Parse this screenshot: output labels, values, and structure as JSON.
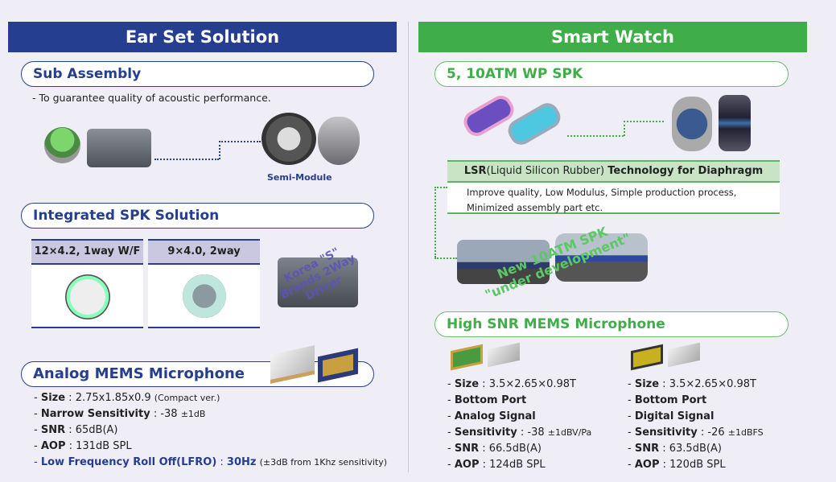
{
  "colors": {
    "blue": "#253e8f",
    "green": "#3fae49",
    "background": "#efedf6"
  },
  "ear_set": {
    "title": "Ear Set Solution",
    "sub_assembly": {
      "title": "Sub Assembly",
      "desc": "- To guarantee quality of acoustic performance.",
      "semi_module_label": "Semi-Module"
    },
    "integrated_spk": {
      "title": "Integrated SPK Solution",
      "cards": [
        {
          "label": "12×4.2, 1way W/F"
        },
        {
          "label": "9×4.0, 2way"
        }
      ],
      "badge_lines": [
        "Korea \"S\"",
        "Brands 2Way",
        "Driver"
      ]
    },
    "analog_mems": {
      "title": "Analog MEMS Microphone",
      "specs": [
        {
          "key": "Size",
          "value": "2.75x1.85x0.9",
          "note": "(Compact ver.)"
        },
        {
          "key": "Narrow Sensitivity",
          "value": "-38",
          "note": "±1dB"
        },
        {
          "key": "SNR",
          "value": "65dB(A)",
          "note": ""
        },
        {
          "key": "AOP",
          "value": "131dB SPL",
          "note": ""
        },
        {
          "key": "Low Frequency Roll Off(LFRO)",
          "value": "30Hz",
          "note": "(±3dB from 1Khz sensitivity)"
        }
      ]
    }
  },
  "smart_watch": {
    "title": "Smart Watch",
    "wp_spk": {
      "title": "5, 10ATM WP SPK",
      "lsr_head_1": "LSR",
      "lsr_head_2": "(Liquid Silicon Rubber)",
      "lsr_head_3": "Technology for Diaphragm",
      "lsr_line1": "Improve quality, Low Modulus, Simple production process,",
      "lsr_line2": "Minimized assembly part etc.",
      "new_lines": [
        "New 10ATM SPK",
        "\"under development\""
      ]
    },
    "snr_mems": {
      "title": "High SNR MEMS Microphone",
      "left": [
        {
          "key": "Size",
          "value": "3.5×2.65×0.98T",
          "note": ""
        },
        {
          "key": "Bottom Port",
          "value": "",
          "note": ""
        },
        {
          "key": "Analog Signal",
          "value": "",
          "note": ""
        },
        {
          "key": "Sensitivity",
          "value": "-38",
          "note": "±1dBV/Pa"
        },
        {
          "key": "SNR",
          "value": "66.5dB(A)",
          "note": ""
        },
        {
          "key": "AOP",
          "value": "124dB SPL",
          "note": ""
        }
      ],
      "right": [
        {
          "key": "Size",
          "value": "3.5×2.65×0.98T",
          "note": ""
        },
        {
          "key": "Bottom Port",
          "value": "",
          "note": ""
        },
        {
          "key": "Digital Signal",
          "value": "",
          "note": ""
        },
        {
          "key": "Sensitivity",
          "value": "-26",
          "note": "±1dBFS"
        },
        {
          "key": "SNR",
          "value": "63.5dB(A)",
          "note": ""
        },
        {
          "key": "AOP",
          "value": "120dB SPL",
          "note": ""
        }
      ]
    }
  }
}
